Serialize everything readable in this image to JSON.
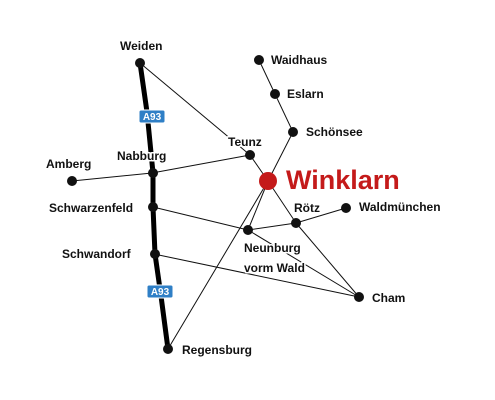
{
  "map": {
    "highlight_color": "#c41a1a",
    "motorway_shield_color": "#2f7fc6",
    "motorway": {
      "shields": [
        "A93",
        "A93"
      ]
    },
    "places": {
      "weiden": "Weiden",
      "waidhaus": "Waidhaus",
      "eslarn": "Eslarn",
      "schoensee": "Schönsee",
      "teunz": "Teunz",
      "nabburg": "Nabburg",
      "amberg": "Amberg",
      "winklarn": "Winklarn",
      "schwarzenfeld": "Schwarzenfeld",
      "roetz": "Rötz",
      "waldmuenchen": "Waldmünchen",
      "neunburg_line1": "Neunburg",
      "neunburg_line2": "vorm Wald",
      "schwandorf": "Schwandorf",
      "cham": "Cham",
      "regensburg": "Regensburg"
    }
  }
}
